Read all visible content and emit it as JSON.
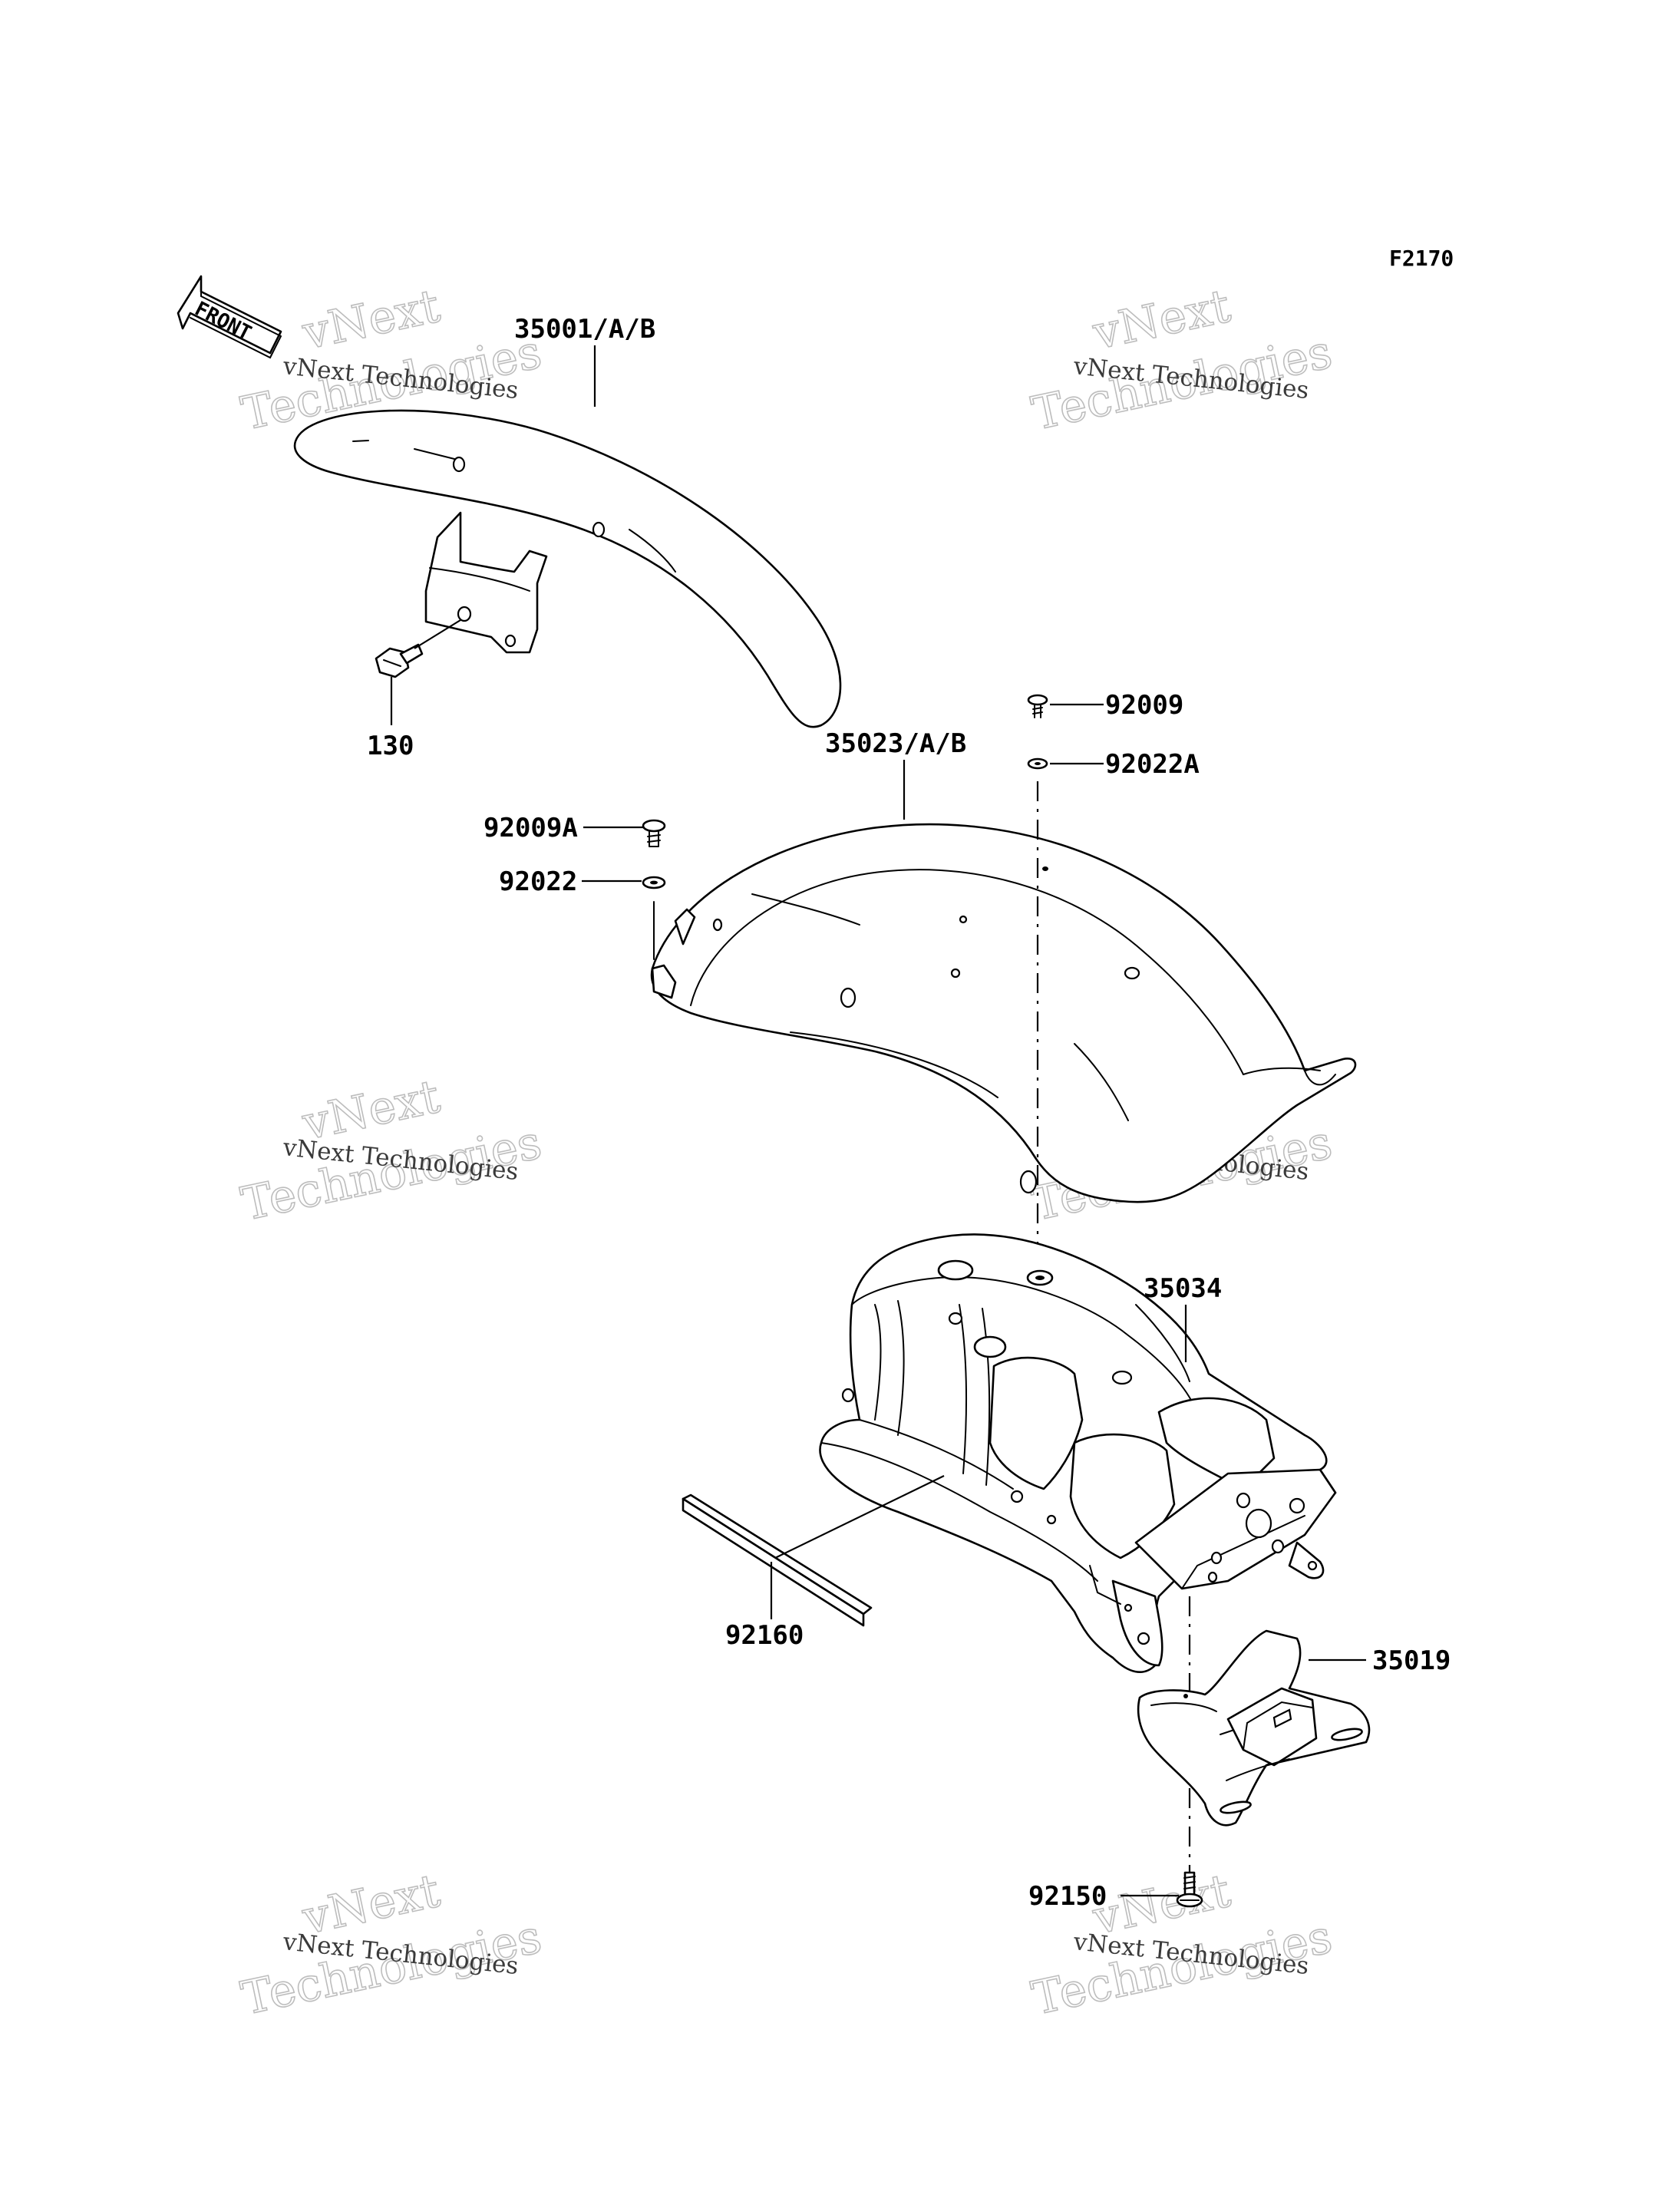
{
  "figure_code": "F2170",
  "front_indicator": "FRONT",
  "watermark": {
    "line1": "vNext",
    "line2": "Technologies",
    "caption": "vNext Technologies"
  },
  "parts": [
    {
      "key": "front_fender",
      "label": "35001/A/B"
    },
    {
      "key": "bolt_130",
      "label": "130"
    },
    {
      "key": "rear_fender",
      "label": "35023/A/B"
    },
    {
      "key": "screw_92009",
      "label": "92009"
    },
    {
      "key": "washer_92022a",
      "label": "92022A"
    },
    {
      "key": "screw_92009a",
      "label": "92009A"
    },
    {
      "key": "washer_92022",
      "label": "92022"
    },
    {
      "key": "inner_fender",
      "label": "35034"
    },
    {
      "key": "pad_92160",
      "label": "92160"
    },
    {
      "key": "bracket_35019",
      "label": "35019"
    },
    {
      "key": "bolt_92150",
      "label": "92150"
    }
  ]
}
